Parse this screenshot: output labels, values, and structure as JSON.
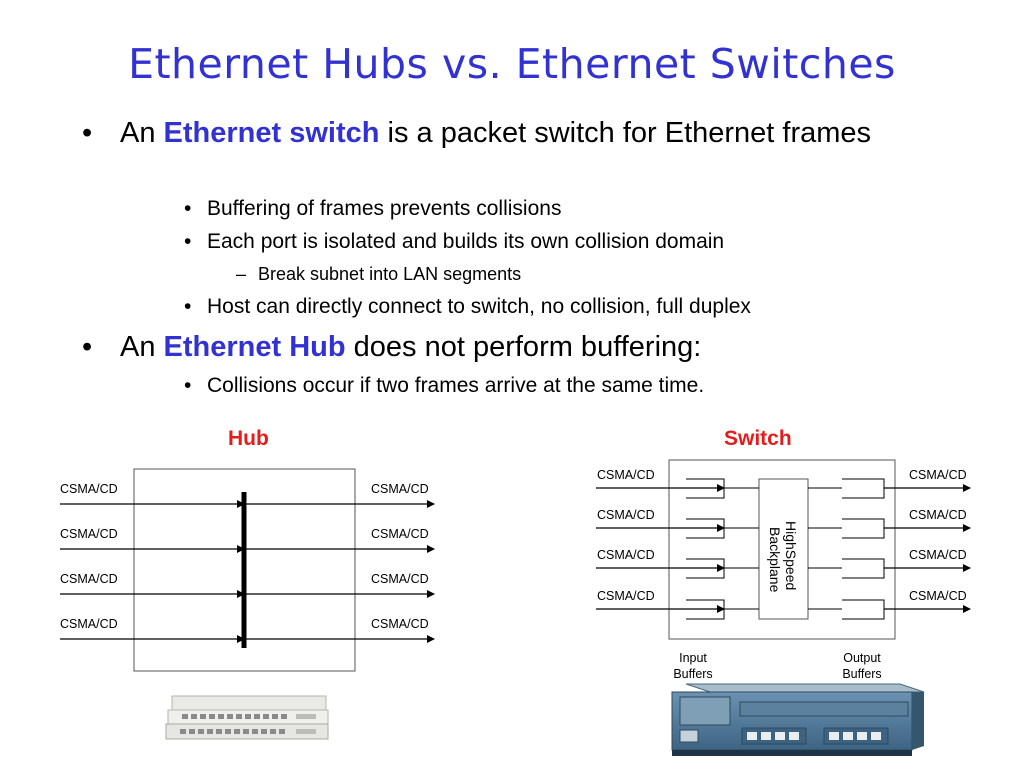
{
  "slide": {
    "title": "Ethernet Hubs vs. Ethernet Switches",
    "bullet_glyph": "•",
    "dash_glyph": "–",
    "b1": {
      "pre": "An ",
      "kw": "Ethernet switch",
      "post": " is a packet switch for Ethernet frames"
    },
    "b1_subs": [
      "Buffering of frames prevents collisions",
      "Each port is isolated and builds its own collision domain"
    ],
    "b1_subsub": "Break subnet into LAN segments",
    "b1_sub3": "Host can directly connect to switch, no collision, full duplex",
    "b2": {
      "pre": "An ",
      "kw": "Ethernet Hub",
      "post": " does not perform buffering:"
    },
    "b2_sub": "Collisions occur if two frames arrive at the same time."
  },
  "diagram": {
    "hub_heading": "Hub",
    "switch_heading": "Switch",
    "port_label": "CSMA/CD",
    "backplane_line1": "HighSpeed",
    "backplane_line2": "Backplane",
    "input_buffers": [
      "Input",
      "Buffers"
    ],
    "output_buffers": [
      "Output",
      "Buffers"
    ],
    "colors": {
      "title_blue": "#3232d2",
      "heading_red": "#e31d1d",
      "device_blue": "#4a7391"
    }
  }
}
